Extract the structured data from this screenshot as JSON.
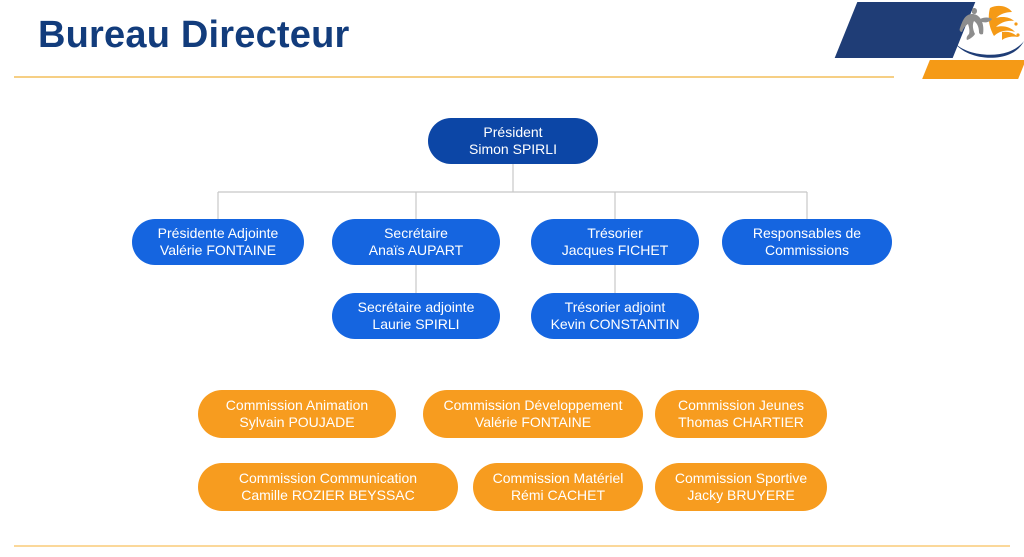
{
  "header": {
    "title": "Bureau Directeur",
    "logo": {
      "navy_shape": "parallelogram",
      "orange_shape": "parallelogram",
      "emblem": "handball-player-flame-logo",
      "navy_color": "#1f3d76",
      "orange_color": "#f59a16",
      "player_color": "#8d8d8d"
    },
    "rule_color": "#f6cf84"
  },
  "theme": {
    "title_color": "#123c7c",
    "president_blue": "#0c46a6",
    "node_blue": "#1565e0",
    "node_orange": "#f79c1f",
    "connector_color": "#c7c7c7",
    "background": "#ffffff"
  },
  "chart_data": {
    "type": "orgchart",
    "title": "Bureau Directeur",
    "levels": [
      {
        "level": 0,
        "nodes": [
          {
            "id": "president",
            "role": "Président",
            "person": "Simon SPIRLI",
            "color": "#0c46a6"
          }
        ]
      },
      {
        "level": 1,
        "nodes": [
          {
            "id": "presidente-adjointe",
            "role": "Présidente Adjointe",
            "person": "Valérie FONTAINE",
            "color": "#1565e0"
          },
          {
            "id": "secretaire",
            "role": "Secrétaire",
            "person": "Anaïs AUPART",
            "color": "#1565e0"
          },
          {
            "id": "tresorier",
            "role": "Trésorier",
            "person": "Jacques FICHET",
            "color": "#1565e0"
          },
          {
            "id": "responsables-commissions",
            "role": "Responsables de",
            "person": "Commissions",
            "color": "#1565e0"
          }
        ]
      },
      {
        "level": 2,
        "nodes": [
          {
            "id": "secretaire-adjointe",
            "role": "Secrétaire adjointe",
            "person": "Laurie SPIRLI",
            "color": "#1565e0"
          },
          {
            "id": "tresorier-adjoint",
            "role": "Trésorier adjoint",
            "person": "Kevin CONSTANTIN",
            "color": "#1565e0"
          }
        ]
      },
      {
        "level": 3,
        "nodes": [
          {
            "id": "commission-animation",
            "role": "Commission Animation",
            "person": "Sylvain POUJADE",
            "color": "#f79c1f"
          },
          {
            "id": "commission-developpement",
            "role": "Commission Développement",
            "person": "Valérie FONTAINE",
            "color": "#f79c1f"
          },
          {
            "id": "commission-jeunes",
            "role": "Commission Jeunes",
            "person": "Thomas CHARTIER",
            "color": "#f79c1f"
          }
        ]
      },
      {
        "level": 4,
        "nodes": [
          {
            "id": "commission-communication",
            "role": "Commission Communication",
            "person": "Camille ROZIER BEYSSAC",
            "color": "#f79c1f"
          },
          {
            "id": "commission-materiel",
            "role": "Commission Matériel",
            "person": "Rémi CACHET",
            "color": "#f79c1f"
          },
          {
            "id": "commission-sportive",
            "role": "Commission Sportive",
            "person": "Jacky BRUYERE",
            "color": "#f79c1f"
          }
        ]
      }
    ],
    "edges": [
      {
        "from": "president",
        "to": "presidente-adjointe"
      },
      {
        "from": "president",
        "to": "secretaire"
      },
      {
        "from": "president",
        "to": "tresorier"
      },
      {
        "from": "president",
        "to": "responsables-commissions"
      },
      {
        "from": "secretaire",
        "to": "secretaire-adjointe"
      },
      {
        "from": "tresorier",
        "to": "tresorier-adjoint"
      }
    ]
  }
}
